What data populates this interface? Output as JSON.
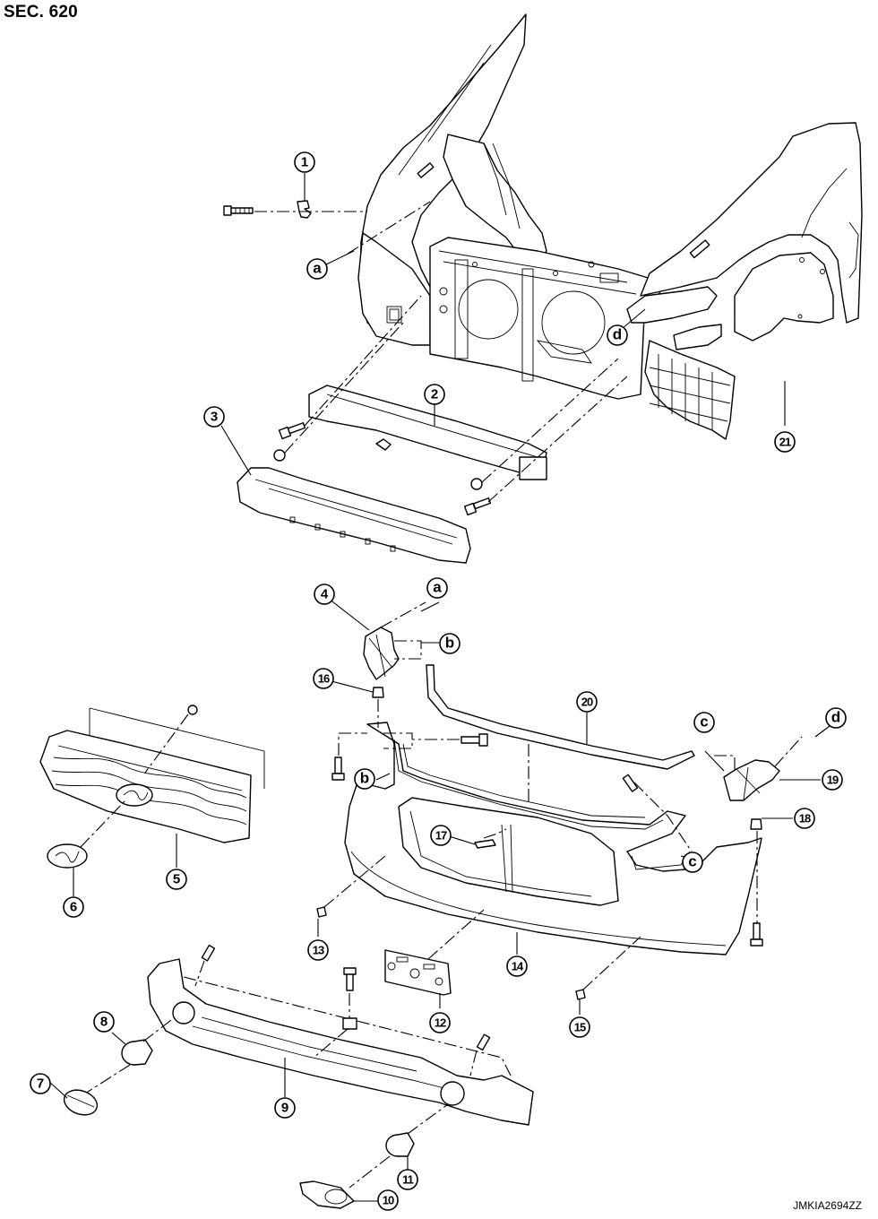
{
  "header": {
    "section": "SEC. 620"
  },
  "footer": {
    "figure_code": "JMKIA2694ZZ"
  },
  "callouts": {
    "c1": "1",
    "c2": "2",
    "c3": "3",
    "c4": "4",
    "c5": "5",
    "c6": "6",
    "c7": "7",
    "c8": "8",
    "c9": "9",
    "c10": "10",
    "c11": "11",
    "c12": "12",
    "c13": "13",
    "c14": "14",
    "c15": "15",
    "c16": "16",
    "c17": "17",
    "c18": "18",
    "c19": "19",
    "c20": "20",
    "c21": "21"
  },
  "references": {
    "a": "a",
    "b": "b",
    "c": "c",
    "d": "d"
  }
}
